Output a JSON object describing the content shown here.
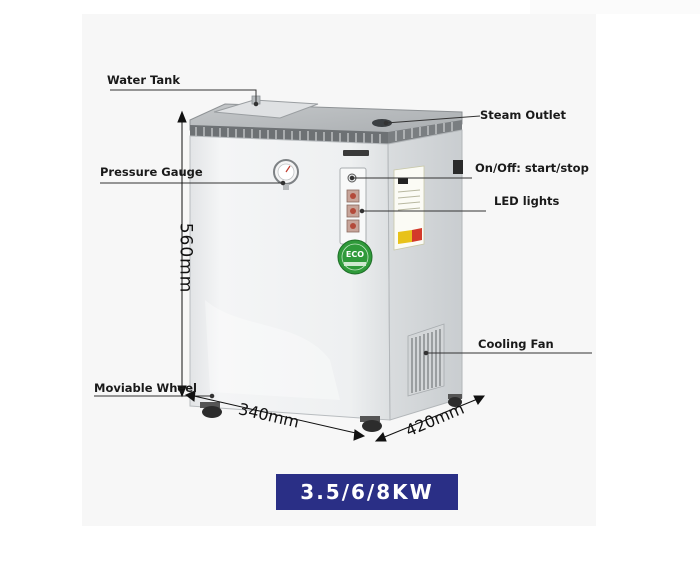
{
  "labels": {
    "water_tank": "Water Tank",
    "steam_outlet": "Steam Outlet",
    "pressure_gauge": "Pressure Gauge",
    "on_off": "On/Off: start/stop",
    "led_lights": "LED lights",
    "cooling_fan": "Cooling Fan",
    "moviable_wheel": "Moviable Wheel"
  },
  "dimensions": {
    "height": "560mm",
    "width": "340mm",
    "depth": "420mm"
  },
  "badges": {
    "power": "3.5/6/8KW",
    "eco": "ECO"
  },
  "colors": {
    "badge_bg": "#2a2f86",
    "eco_green": "#2f9a3a",
    "cabinet": "#eceeef"
  }
}
